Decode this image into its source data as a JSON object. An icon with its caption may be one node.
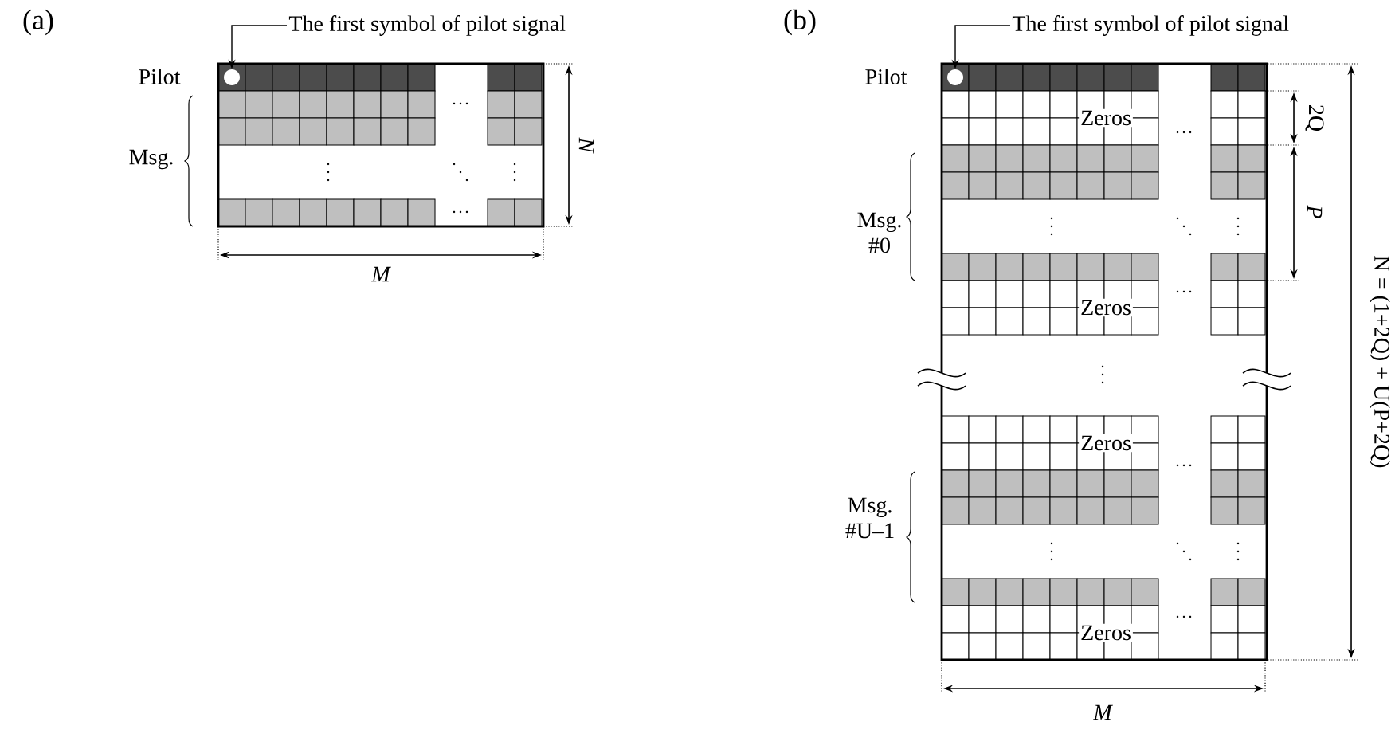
{
  "diagram": {
    "nodes": [
      {
        "text": [
          "The first symbol of pilot signal"
        ]
      },
      {
        "text": [],
        "shape": "circle"
      },
      {
        "text": [
          "The first symbol of pilot signal"
        ]
      },
      {
        "text": [],
        "shape": "circle"
      }
    ],
    "edges": [
      {
        "from": 0,
        "to": 1,
        "arrow": "to"
      },
      {
        "from": 2,
        "to": 3,
        "arrow": "to"
      }
    ],
    "labels": [
      "(a)",
      "Pilot",
      "Msg.",
      "N",
      "M",
      "(b)",
      "Pilot",
      "2Q",
      "Zeros",
      "Msg. #0",
      "P",
      "Zeros",
      "Zeros",
      "Msg. #U–1",
      "Zeros",
      "N = (1+2Q) + U(P+2Q)",
      "M"
    ]
  }
}
